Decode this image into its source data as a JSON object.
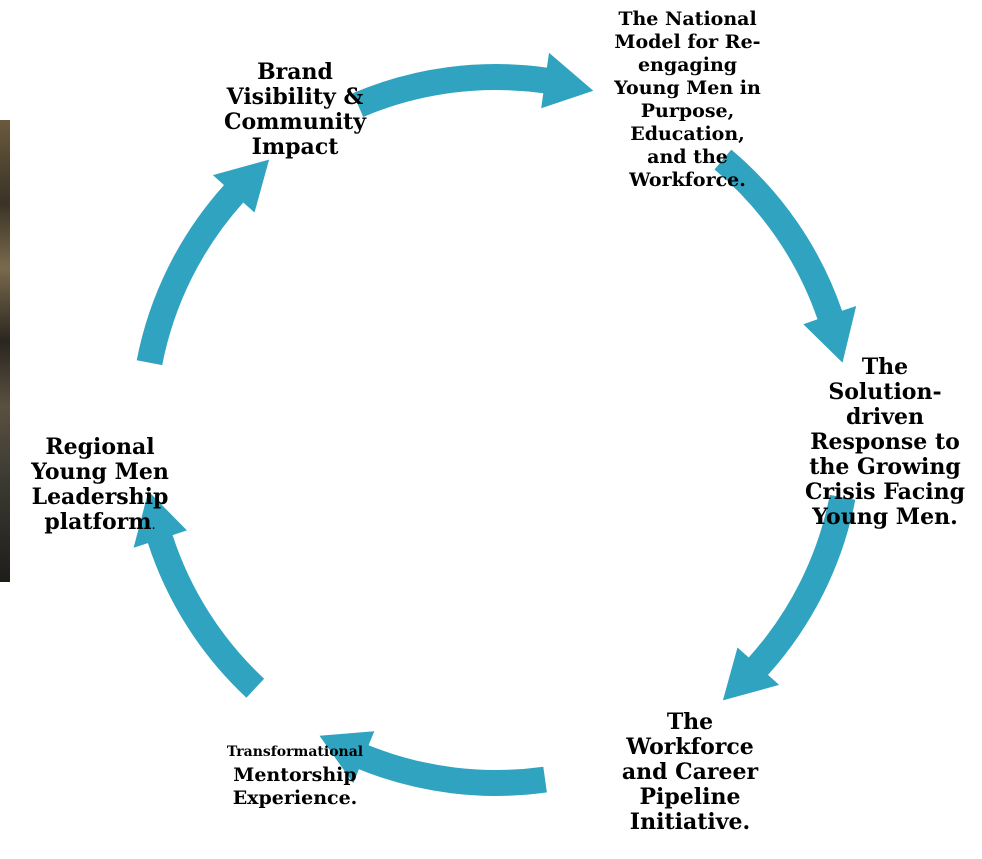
{
  "diagram": {
    "arrow_color": "#2fa3bf",
    "nodes": [
      {
        "id": "top-left",
        "text": "Brand\nVisibility &\nCommunity\nImpact"
      },
      {
        "id": "top-right",
        "text": "The National\nModel for Re-\nengaging\nYoung Men in\nPurpose,\nEducation,\nand the\nWorkforce."
      },
      {
        "id": "right",
        "text": "The\nSolution-\ndriven\nResponse to\nthe Growing\nCrisis Facing\nYoung Men."
      },
      {
        "id": "bottom-right",
        "text": "The\nWorkforce\nand Career\nPipeline\nInitiative."
      },
      {
        "id": "bottom-left-first",
        "text": "Transformational"
      },
      {
        "id": "bottom-left-rest",
        "text": "Mentorship\nExperience."
      },
      {
        "id": "left-main",
        "text": "Regional\nYoung Men\nLeadership\nplatform"
      },
      {
        "id": "left-period",
        "text": "."
      }
    ]
  }
}
